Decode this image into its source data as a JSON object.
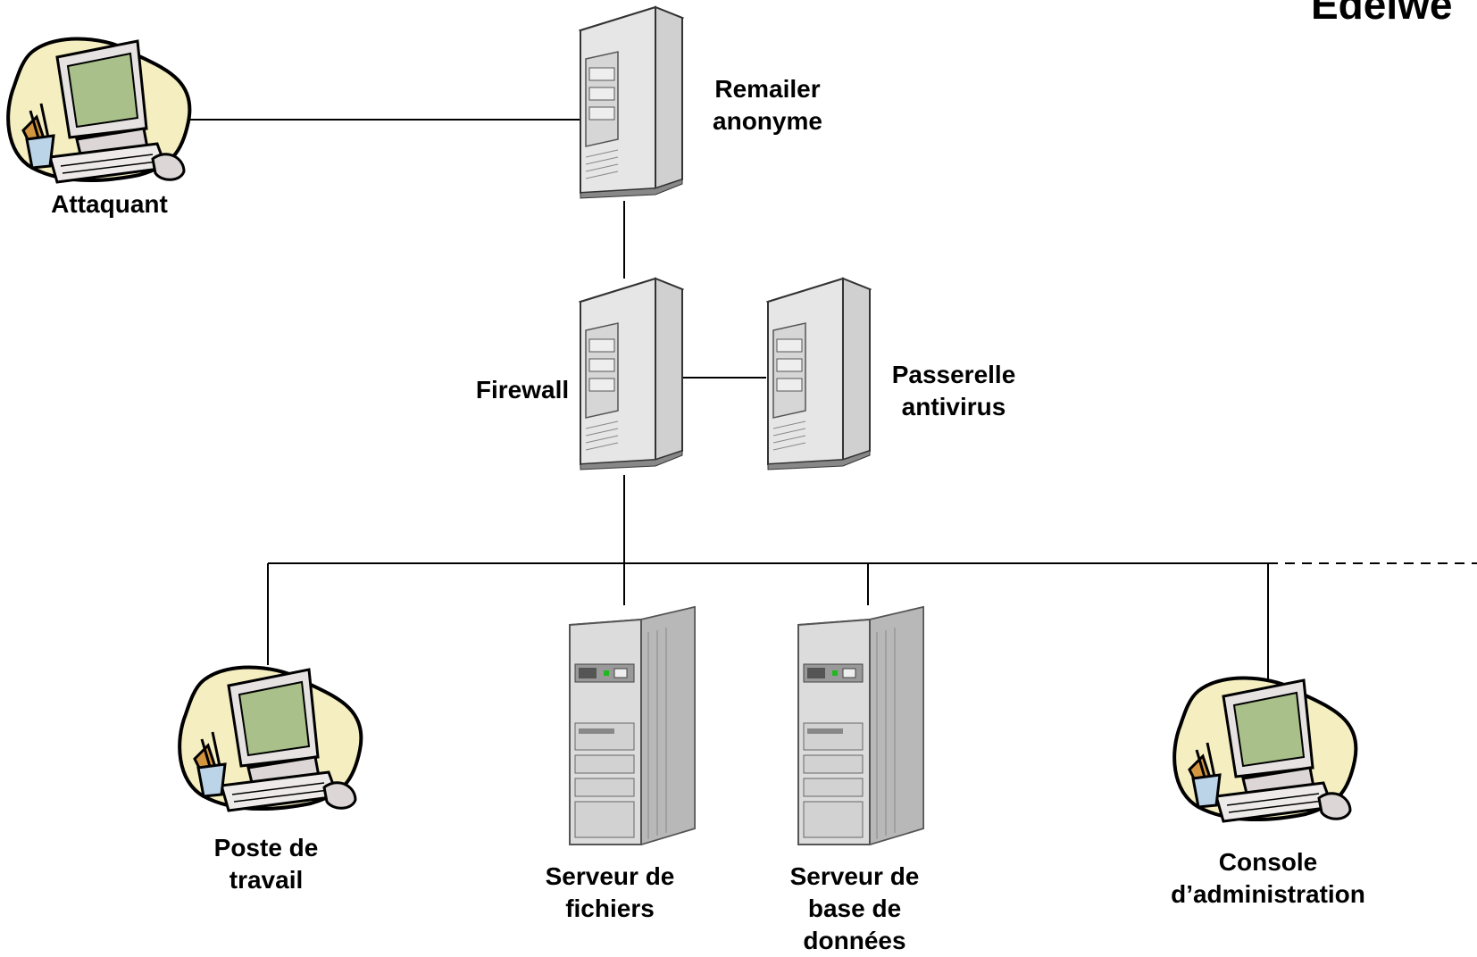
{
  "title": "Edelwe",
  "nodes": {
    "attacker": {
      "label": "Attaquant",
      "icon": "computer-workstation-icon"
    },
    "remailer": {
      "label": "Remailer\nanonyme",
      "icon": "tower-server-icon"
    },
    "firewall": {
      "label": "Firewall",
      "icon": "tower-server-icon"
    },
    "antivirus_gateway": {
      "label": "Passerelle\nantivirus",
      "icon": "tower-server-icon"
    },
    "workstation": {
      "label": "Poste de\ntravail",
      "icon": "computer-workstation-icon"
    },
    "file_server": {
      "label": "Serveur de\nfichiers",
      "icon": "large-server-icon"
    },
    "db_server": {
      "label": "Serveur de\nbase de\ndonnées",
      "icon": "large-server-icon"
    },
    "admin_console": {
      "label": "Console\nd’administration",
      "icon": "computer-workstation-icon"
    }
  },
  "edges": [
    {
      "from": "attacker",
      "to": "remailer",
      "style": "solid"
    },
    {
      "from": "remailer",
      "to": "firewall",
      "style": "solid"
    },
    {
      "from": "firewall",
      "to": "antivirus_gateway",
      "style": "solid"
    },
    {
      "from": "firewall",
      "to": "lan-bus",
      "style": "solid"
    },
    {
      "from": "lan-bus",
      "to": "workstation",
      "style": "solid"
    },
    {
      "from": "lan-bus",
      "to": "file_server",
      "style": "solid"
    },
    {
      "from": "lan-bus",
      "to": "db_server",
      "style": "solid"
    },
    {
      "from": "lan-bus",
      "to": "admin_console",
      "style": "solid"
    },
    {
      "from": "lan-bus",
      "to": "offscreen",
      "style": "dashed"
    }
  ],
  "colors": {
    "line": "#000000",
    "blob": "#f4eec0",
    "screen": "#a9c08a",
    "server_body": "#e4e4e4",
    "server_side": "#c8c8c8",
    "indicator_green": "#1fb81f"
  }
}
